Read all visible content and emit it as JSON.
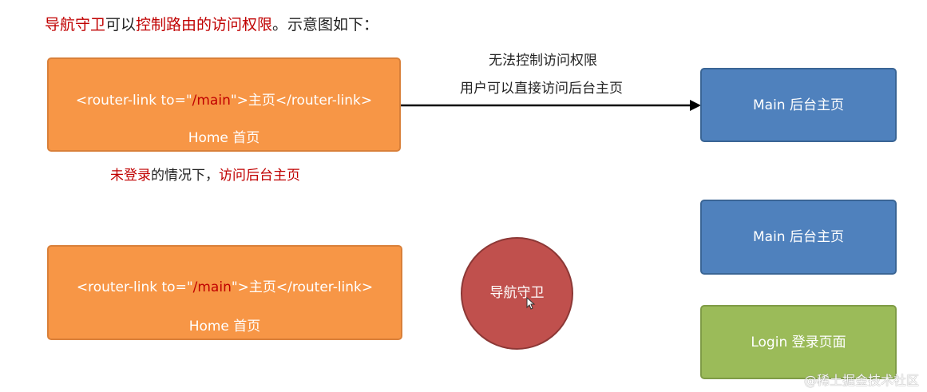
{
  "title": {
    "part1": "导航守卫",
    "part2": "可以",
    "part3": "控制路由的访问权限",
    "part4": "。示意图如下："
  },
  "top_link_box": {
    "code_prefix": "<router-link to=\"",
    "code_path": "/main",
    "code_suffix": "\">主页</router-link>",
    "label": "Home 首页"
  },
  "top_caption": {
    "part1": "未登录",
    "part2": "的情况下，",
    "part3": "访问后台主页"
  },
  "arrow_note": {
    "line1": "无法控制访问权限",
    "line2": "用户可以直接访问后台主页"
  },
  "main_box_top": "Main 后台主页",
  "bottom_link_box": {
    "code_prefix": "<router-link to=\"",
    "code_path": "/main",
    "code_suffix": "\">主页</router-link>",
    "label": "Home 首页"
  },
  "guard_circle": "导航守卫",
  "main_box_bottom": "Main 后台主页",
  "login_box": "Login 登录页面",
  "watermark": "@稀土掘金技术社区",
  "colors": {
    "orange": "#f79646",
    "blue": "#4f81bd",
    "green": "#9bbb59",
    "circle_red": "#c0504d",
    "text_red": "#c00000"
  }
}
